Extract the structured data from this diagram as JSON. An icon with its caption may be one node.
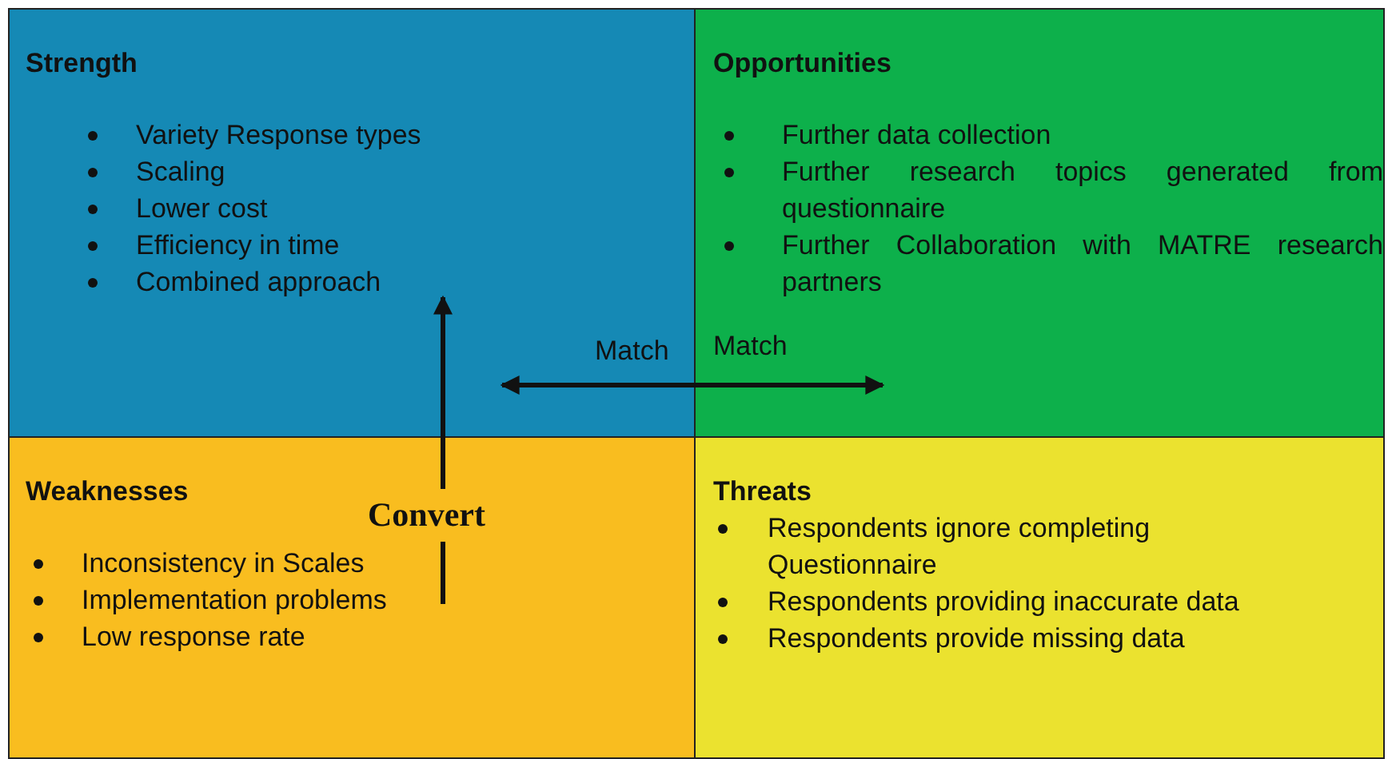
{
  "diagram": {
    "nodes": [
      {
        "text": [
          "Strength",
          "Variety Response types",
          "Scaling",
          "Lower cost",
          "Efficiency in time",
          "Combined approach"
        ]
      },
      {
        "text": [
          "Opportunities",
          "Further data collection",
          "Further research topics generated from questionnaire",
          "Further Collaboration with MATRE research partners"
        ]
      },
      {
        "text": [
          "Weaknesses",
          "Inconsistency in Scales",
          "Implementation problems",
          "Low response rate"
        ]
      },
      {
        "text": [
          "Threats",
          "Respondents ignore completing Questionnaire",
          "Respondents providing inaccurate data",
          "Respondents provide missing data"
        ]
      }
    ],
    "edges": [
      {
        "from": 2,
        "to": 0,
        "arrow": "to",
        "label": "Convert"
      },
      {
        "from": 0,
        "to": 1,
        "arrow": "both",
        "label": "Match"
      }
    ],
    "labels": [
      "Match"
    ]
  }
}
